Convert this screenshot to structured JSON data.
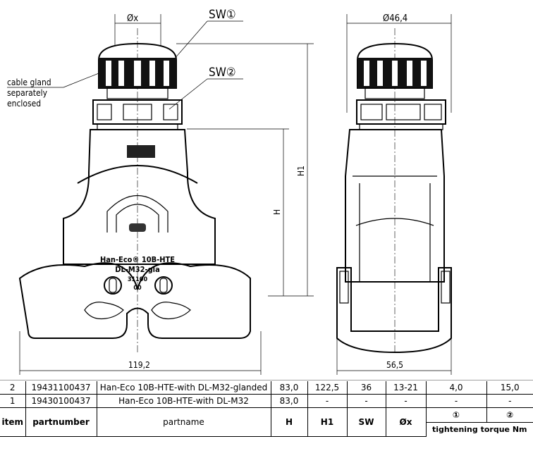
{
  "drawing": {
    "dim_ox": "Øx",
    "dim_d464": "Ø46,4",
    "sw1": "SW①",
    "sw2": "SW②",
    "cable_gland_note": [
      "cable gland",
      "separately",
      "enclosed"
    ],
    "dim_h1": "H1",
    "dim_h": "H",
    "dim_width_front": "119,2",
    "dim_width_side": "56,5",
    "product_label": [
      "Han-Eco® 10B-HTE",
      "DL-M32-gla",
      "31100",
      "00"
    ]
  },
  "table": {
    "rows": [
      {
        "item": "2",
        "partnumber": "19431100437",
        "partname": "Han-Eco 10B-HTE-with DL-M32-glanded",
        "H": "83,0",
        "H1": "122,5",
        "SW": "36",
        "ox": "13-21",
        "t1": "4,0",
        "t2": "15,0"
      },
      {
        "item": "1",
        "partnumber": "19430100437",
        "partname": "Han-Eco 10B-HTE-with DL-M32",
        "H": "83,0",
        "H1": "-",
        "SW": "-",
        "ox": "-",
        "t1": "-",
        "t2": "-"
      }
    ],
    "headers": {
      "item": "item",
      "partnumber": "partnumber",
      "partname": "partname",
      "H": "H",
      "H1": "H1",
      "SW": "SW",
      "ox": "Øx",
      "t1": "①",
      "t2": "②",
      "torque": "tightening torque Nm"
    }
  }
}
